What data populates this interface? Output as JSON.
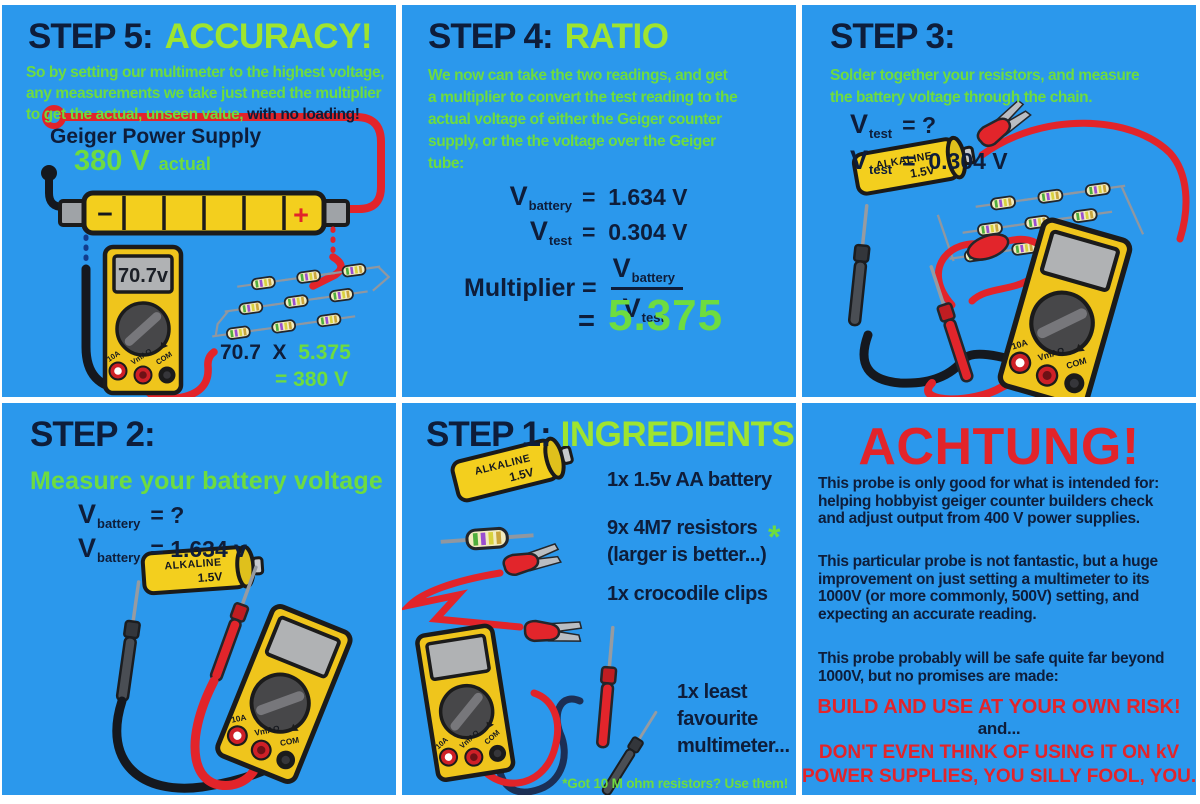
{
  "colors": {
    "panel_blue": "#2b98ec",
    "accent_green": "#9fe42f",
    "body_green": "#6edc3f",
    "dark_navy": "#0e1d3a",
    "warning_red": "#e2242a",
    "meter_yellow": "#f0c71e"
  },
  "meter": {
    "jacks": [
      "10A",
      "VmAΩ",
      "COM"
    ]
  },
  "battery_label": {
    "line1": "ALKALINE",
    "line2": "1.5V"
  },
  "step5": {
    "title": "STEP 5:",
    "accent": "ACCURACY!",
    "body_line1": "So by setting our multimeter to the highest voltage,",
    "body_line2": "any measurements we take just need the multiplier",
    "body_line3_green": "to get the actual, unseen value, ",
    "body_line3_dark": "with no loading!",
    "supply_name": "Geiger Power Supply",
    "supply_value": "380 V",
    "supply_suffix": "actual",
    "battery_minus": "−",
    "battery_plus": "+",
    "display": "70.7v",
    "calc_reading": "70.7  X  ",
    "calc_multiplier": "5.375",
    "calc_result": "= 380 V"
  },
  "step4": {
    "title": "STEP 4:",
    "accent": "RATIO",
    "body_line1": "We now can take the two readings, and get",
    "body_line2": "a multiplier to convert the test reading to the",
    "body_line3": "actual voltage of either the Geiger counter",
    "body_line4": "supply, or the the voltage over the Geiger",
    "body_line5": "tube:",
    "var_v": "V",
    "sub_battery": "battery",
    "sub_test": "test",
    "eq_battery_val": "=  1.634 V",
    "eq_test_val": "=  0.304 V",
    "mult_label": "Multiplier =",
    "result_equals": "=",
    "result_value": "5.375"
  },
  "step3": {
    "title": "STEP 3:",
    "body_line1": "Solder together your resistors, and measure",
    "body_line2": "the battery voltage through the chain.",
    "var_v": "V",
    "sub_test": "test",
    "eq1_val": "= ?",
    "eq2_val": "=  0.304 V"
  },
  "step2": {
    "title": "STEP 2:",
    "subtitle": "Measure your battery voltage",
    "var_v": "V",
    "sub_battery": "battery",
    "eq1_val": "= ?",
    "eq2_val": "= 1.634 v"
  },
  "step1": {
    "title": "STEP 1:",
    "accent": "INGREDIENTS",
    "item1": "1x 1.5v AA battery",
    "item2_line1": "9x 4M7 resistors",
    "item2_line2": "(larger is better...)",
    "item2_star": "*",
    "item3": "1x crocodile clips",
    "item4_line1": "1x least",
    "item4_line2": "favourite",
    "item4_line3": "multimeter...",
    "footnote": "*Got 10 M ohm resistors? Use them!"
  },
  "achtung": {
    "title": "ACHTUNG!",
    "p1_line1": "This probe is only good for what is intended for:",
    "p1_line2": "helping hobbyist geiger counter builders check",
    "p1_line3": "and adjust output from 400 V power supplies.",
    "p2_line1": "This particular probe is not fantastic, but a huge",
    "p2_line2": "improvement on just setting a multimeter to its",
    "p2_line3": "1000V (or more commonly, 500V) setting, and",
    "p2_line4": "expecting an accurate reading.",
    "p3_line1": "This probe probably will be safe quite far beyond",
    "p3_line2": "1000V, but no promises are made:",
    "warn1": "BUILD AND USE AT YOUR OWN RISK!",
    "and_text": "and...",
    "warn2_line1": "DON'T EVEN THINK OF USING IT ON kV",
    "warn2_line2": "POWER SUPPLIES, YOU SILLY FOOL, YOU..."
  }
}
